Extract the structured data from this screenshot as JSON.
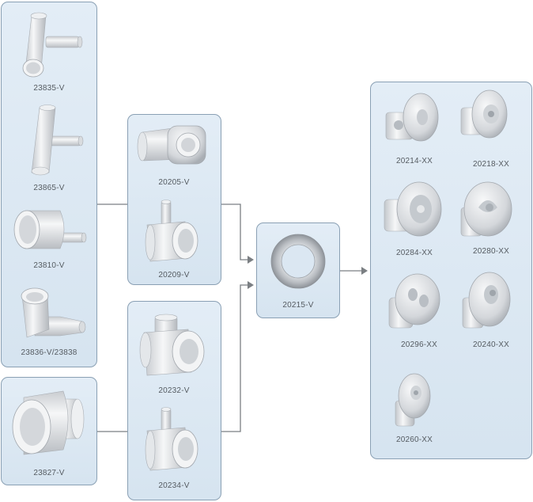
{
  "parts": {
    "p23835": "23835-V",
    "p23865": "23865-V",
    "p23810": "23810-V",
    "p23836": "23836-V/23838",
    "p23827": "23827-V",
    "p20205": "20205-V",
    "p20209": "20209-V",
    "p20232": "20232-V",
    "p20234": "20234-V",
    "p20215": "20215-V",
    "p20214": "20214-XX",
    "p20218": "20218-XX",
    "p20284": "20284-XX",
    "p20280": "20280-XX",
    "p20296": "20296-XX",
    "p20240": "20240-XX",
    "p20260": "20260-XX"
  },
  "colors": {
    "panel_fill": "#dbe7f2",
    "panel_border": "#8aa0b4",
    "connector": "#7b7f83",
    "part_body": "#e4e6e8",
    "label": "#555b61"
  }
}
